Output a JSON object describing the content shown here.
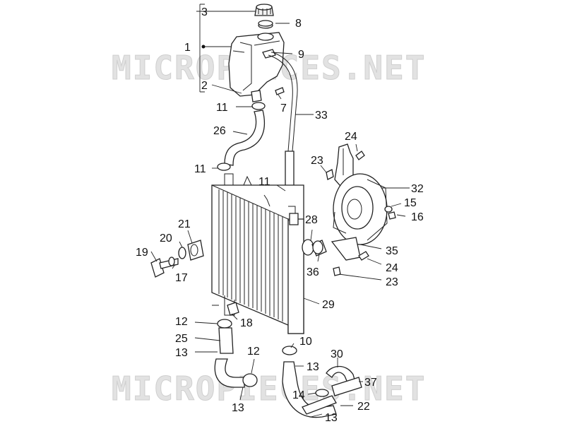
{
  "watermark": {
    "text": "MICROPIECES.NET"
  },
  "callouts": [
    "1",
    "2",
    "3",
    "7",
    "8",
    "9",
    "10",
    "11",
    "12",
    "13",
    "14",
    "15",
    "16",
    "17",
    "18",
    "19",
    "20",
    "21",
    "22",
    "23",
    "24",
    "25",
    "26",
    "28",
    "29",
    "30",
    "32",
    "33",
    "35",
    "36",
    "37"
  ],
  "labels": {
    "l1": "1",
    "l2": "2",
    "l3": "3",
    "l7": "7",
    "l8": "8",
    "l9": "9",
    "l10": "10",
    "l11a": "11",
    "l11b": "11",
    "l11c": "11",
    "l12a": "12",
    "l12b": "12",
    "l13a": "13",
    "l13b": "13",
    "l13c": "13",
    "l13d": "13",
    "l14": "14",
    "l15": "15",
    "l16": "16",
    "l17": "17",
    "l18": "18",
    "l19": "19",
    "l20": "20",
    "l21": "21",
    "l22": "22",
    "l23a": "23",
    "l23b": "23",
    "l24a": "24",
    "l24b": "24",
    "l25": "25",
    "l26": "26",
    "l28": "28",
    "l29": "29",
    "l30": "30",
    "l32": "32",
    "l33": "33",
    "l35": "35",
    "l36": "36",
    "l37": "37"
  }
}
